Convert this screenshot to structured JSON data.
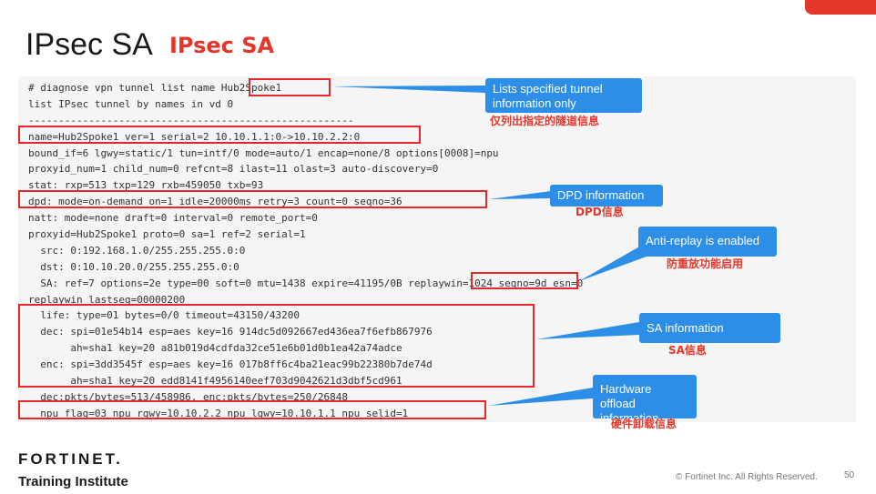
{
  "slide": {
    "title": "IPsec SA",
    "title_cn": "IPsec SA",
    "brand": "FORTINET.",
    "brand_sub": "Training Institute",
    "copyright": "© Fortinet Inc. All Rights Reserved.",
    "page_number": "50",
    "accent_color": "#e5362b",
    "callout_color": "#2d8ee8"
  },
  "code": {
    "lines": [
      "# diagnose vpn tunnel list name Hub2Spoke1",
      "list IPsec tunnel by names in vd 0",
      "------------------------------------------------------",
      "name=Hub2Spoke1 ver=1 serial=2 10.10.1.1:0->10.10.2.2:0",
      "bound_if=6 lgwy=static/1 tun=intf/0 mode=auto/1 encap=none/8 options[0008]=npu",
      "proxyid_num=1 child_num=0 refcnt=8 ilast=11 olast=3 auto-discovery=0",
      "stat: rxp=513 txp=129 rxb=459050 txb=93",
      "dpd: mode=on-demand on=1 idle=20000ms retry=3 count=0 seqno=36",
      "natt: mode=none draft=0 interval=0 remote_port=0",
      "proxyid=Hub2Spoke1 proto=0 sa=1 ref=2 serial=1",
      "  src: 0:192.168.1.0/255.255.255.0:0",
      "  dst: 0:10.10.20.0/255.255.255.0:0",
      "  SA: ref=7 options=2e type=00 soft=0 mtu=1438 expire=41195/0B replaywin=1024 seqno=9d esn=0",
      "replaywin_lastseq=00000200",
      "  life: type=01 bytes=0/0 timeout=43150/43200",
      "  dec: spi=01e54b14 esp=aes key=16 914dc5d092667ed436ea7f6efb867976",
      "       ah=sha1 key=20 a81b019d4cdfda32ce51e6b01d0b1ea42a74adce",
      "  enc: spi=3dd3545f esp=aes key=16 017b8ff6c4ba21eac99b22380b7de74d",
      "       ah=sha1 key=20 edd8141f4956140eef703d9042621d3dbf5cd961",
      "  dec:pkts/bytes=513/458986, enc:pkts/bytes=250/26848",
      "  npu_flag=03 npu_rgwy=10.10.2.2 npu_lgwy=10.10.1.1 npu_selid=1"
    ]
  },
  "callouts": [
    {
      "id": "tunnel",
      "text": "Lists specified tunnel information only",
      "cn": "仅列出指定的隧道信息"
    },
    {
      "id": "dpd",
      "text": "DPD information",
      "cn": "DPD信息"
    },
    {
      "id": "replay",
      "text": "Anti-replay is enabled",
      "cn": "防重放功能启用"
    },
    {
      "id": "sa",
      "text": "SA information",
      "cn": "SA信息"
    },
    {
      "id": "npu",
      "text": "Hardware offload information",
      "cn": "硬件卸载信息"
    }
  ]
}
